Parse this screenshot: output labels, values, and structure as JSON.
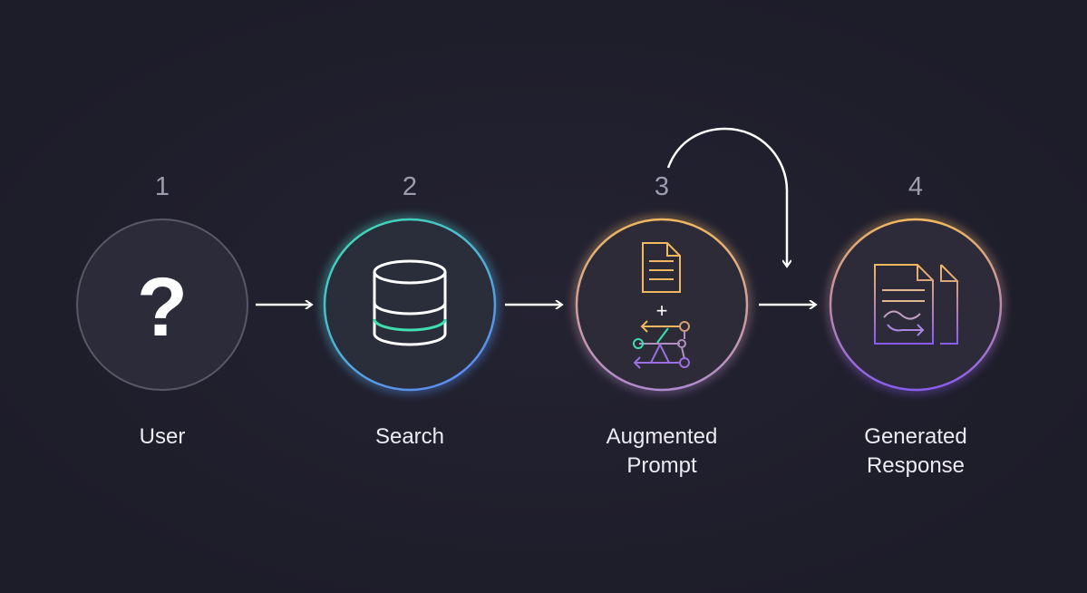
{
  "steps": [
    {
      "number": "1",
      "label_line1": "User",
      "label_line2": "",
      "icon": "question-icon"
    },
    {
      "number": "2",
      "label_line1": "Search",
      "label_line2": "",
      "icon": "database-icon"
    },
    {
      "number": "3",
      "label_line1": "Augmented",
      "label_line2": "Prompt",
      "icon": "document-plus-graph-icon"
    },
    {
      "number": "4",
      "label_line1": "Generated",
      "label_line2": "Response",
      "icon": "documents-icon"
    }
  ],
  "question_glyph": "?",
  "plus_glyph": "+",
  "colors": {
    "background": "#1f1e2c",
    "teal": "#3ee0b0",
    "blue": "#5a8ef0",
    "orange": "#f0b860",
    "purple": "#8a5cf0",
    "grey": "#5a5866"
  }
}
